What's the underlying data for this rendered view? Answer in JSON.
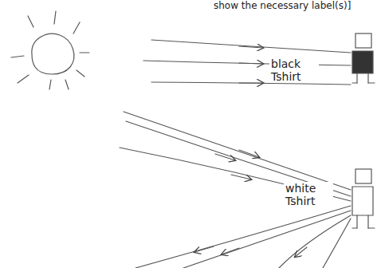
{
  "diagram": {
    "labels": [
      "show the necessary label(s)]",
      "black Tshirt",
      "white Tshirt"
    ]
  }
}
